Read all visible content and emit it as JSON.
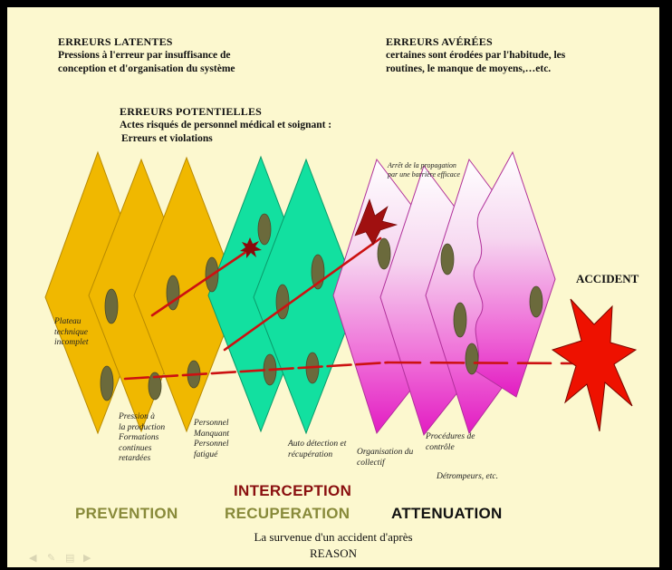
{
  "latent": {
    "title": "ERREURS   LATENTES",
    "line1": "Pressions à l'erreur par insuffisance de",
    "line2": "conception et d'organisation du système"
  },
  "averees": {
    "title": "ERREURS  AVÉRÉES",
    "line1": "certaines sont érodées par l'habitude, les",
    "line2": "routines, le manque de moyens,…etc."
  },
  "potentielles": {
    "title": "ERREURS  POTENTIELLES",
    "line1": "Actes risqués de  personnel médical et soignant :",
    "line2": "Erreurs et violations"
  },
  "labels": {
    "plateau": [
      "Plateau",
      "technique",
      "incomplet"
    ],
    "pression": [
      "Pression à",
      "la production",
      "Formations",
      "continues",
      "retardées"
    ],
    "personnel": [
      "Personnel",
      "Manquant",
      "Personnel",
      "fatigué"
    ],
    "auto": [
      "Auto détection et",
      "récupération"
    ],
    "organisation": [
      "Organisation du",
      "collectif"
    ],
    "procedures": [
      "Procédures de",
      "contrôle"
    ],
    "detrompeurs": "Détrompeurs, etc.",
    "arret": [
      "Arrêt de la propagation",
      "par une barrière efficace"
    ]
  },
  "accident": "ACCIDENT",
  "phases": {
    "interception": "INTERCEPTION",
    "prevention": "PREVENTION",
    "recuperation": "RECUPERATION",
    "attenuation": "ATTENUATION"
  },
  "caption": {
    "line1": "La survenue d'un accident d'après",
    "line2": "REASON"
  },
  "colors": {
    "slide_bg": "#fcf8cf",
    "prevention_layers": "#f0b800",
    "recuperation_layers": "#12e0a0",
    "attenuation_layers": "#ee22cc",
    "hole": "#6b6a3c",
    "trajectory": "#cc1111",
    "accident_star": "#ee1100",
    "prevention_text": "#888a3a",
    "interception_text": "#8a1010"
  }
}
